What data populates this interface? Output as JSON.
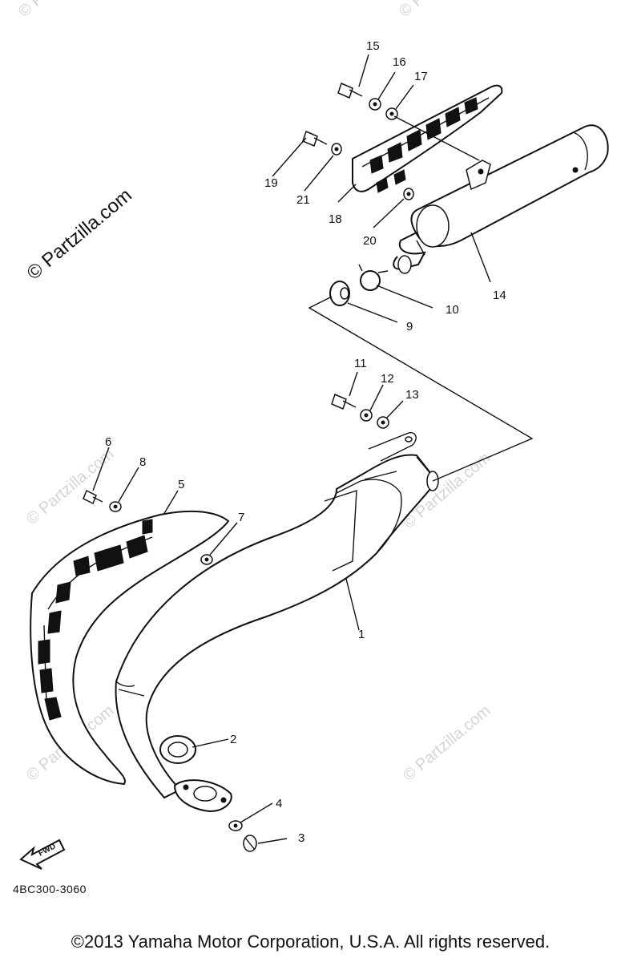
{
  "watermarks": {
    "small_text": "© Partzilla.com",
    "large_text": "© Partzilla.com"
  },
  "callouts": {
    "c1": "1",
    "c2": "2",
    "c3": "3",
    "c4": "4",
    "c5": "5",
    "c6": "6",
    "c7": "7",
    "c8": "8",
    "c9": "9",
    "c10": "10",
    "c11": "11",
    "c12": "12",
    "c13": "13",
    "c14": "14",
    "c15": "15",
    "c16": "16",
    "c17": "17",
    "c18": "18",
    "c19": "19",
    "c20": "20",
    "c21": "21"
  },
  "fwd_label": "FWD",
  "diagram_code": "4BC300-3060",
  "copyright": "©2013 Yamaha Motor Corporation, U.S.A. All rights reserved.",
  "colors": {
    "ink": "#111111",
    "watermark": "#d4d4d4",
    "background": "#ffffff"
  }
}
